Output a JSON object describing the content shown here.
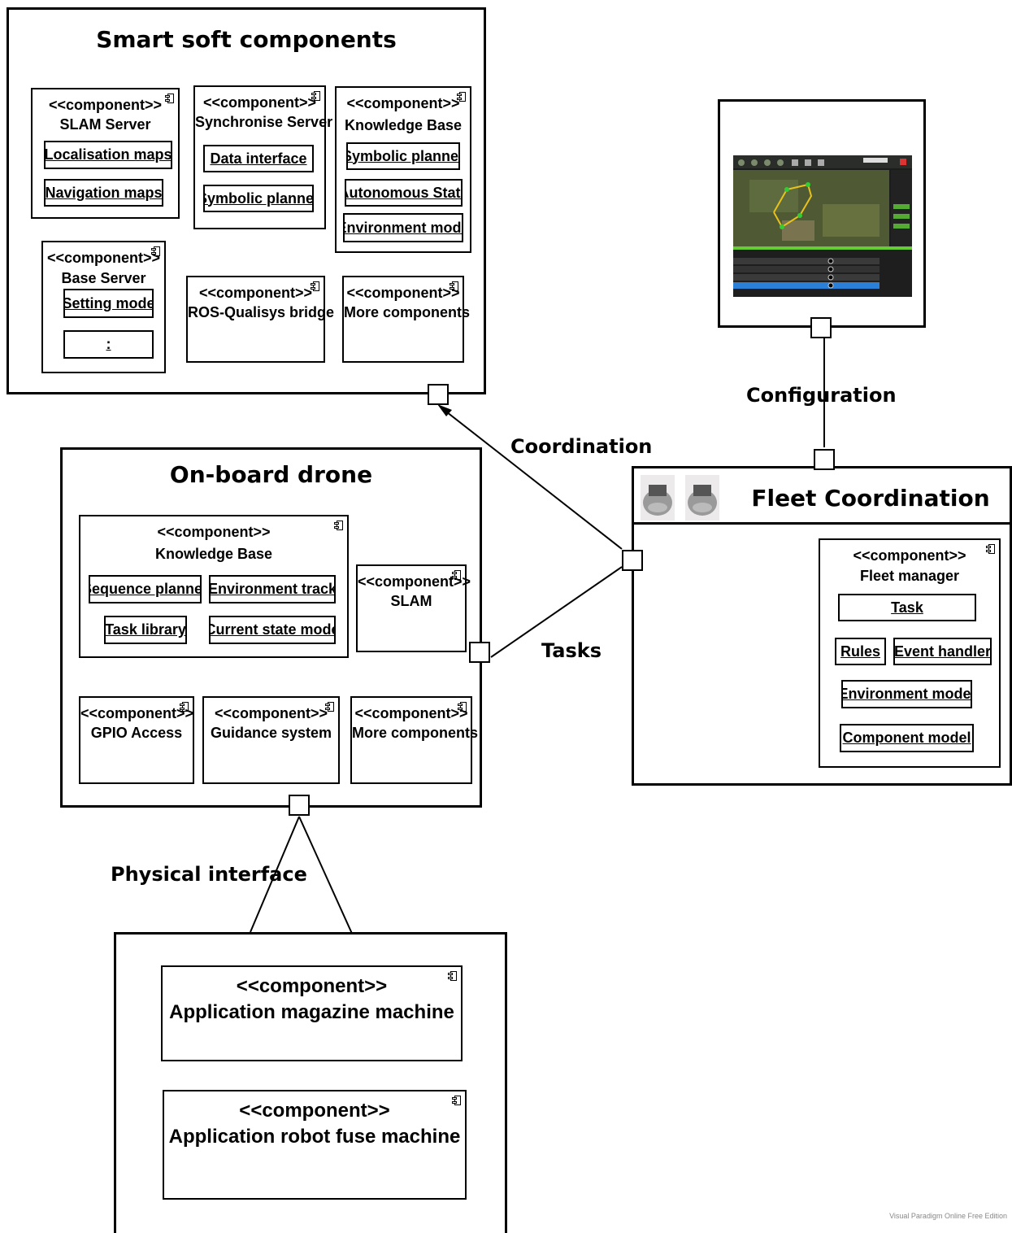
{
  "stereotype": "<<component>>",
  "smart_soft": {
    "title": "Smart soft components",
    "slam_server": {
      "name": "SLAM Server",
      "items": [
        "Localisation maps",
        "Navigation maps"
      ]
    },
    "sync_server": {
      "name": "Synchronise Server",
      "items": [
        "Data interface",
        "Symbolic planner"
      ]
    },
    "knowledge_base": {
      "name": "Knowledge Base",
      "items": [
        "Symbolic planner",
        "Autonomous State",
        "Environment mode"
      ]
    },
    "base_server": {
      "name": "Base Server",
      "items": [
        "Setting mode",
        ":"
      ]
    },
    "ros_bridge": {
      "name": "ROS-Qualisys bridge"
    },
    "more": {
      "name": "More components"
    }
  },
  "onboard": {
    "title": "On-board drone",
    "knowledge_base": {
      "name": "Knowledge Base",
      "items": [
        "Sequence planner",
        "Environment track",
        "Task library",
        "Current state mode"
      ]
    },
    "slam": {
      "name": "SLAM"
    },
    "gpio": {
      "name": "GPIO Access"
    },
    "guidance": {
      "name": "Guidance system"
    },
    "more": {
      "name": "More components"
    }
  },
  "fleet": {
    "title": "Fleet Coordination",
    "manager": {
      "name": "Fleet manager",
      "items": [
        "Task",
        "Rules",
        "Event handler",
        "Environment model",
        "Component model"
      ]
    }
  },
  "applications": {
    "magazine": {
      "name": "Application magazine machine"
    },
    "fuse": {
      "name": "Application robot fuse machine"
    }
  },
  "connectors": {
    "coordination": "Coordination",
    "configuration": "Configuration",
    "tasks": "Tasks",
    "physical": "Physical interface"
  },
  "watermark": "Visual Paradigm Online Free Edition",
  "colors": {
    "line": "#000000",
    "background": "#ffffff",
    "screen_dark": "#1a1d1a",
    "map_green": "#5a6b3a",
    "path_yellow": "#e8c21a",
    "table_blue": "#2b7fd6"
  }
}
